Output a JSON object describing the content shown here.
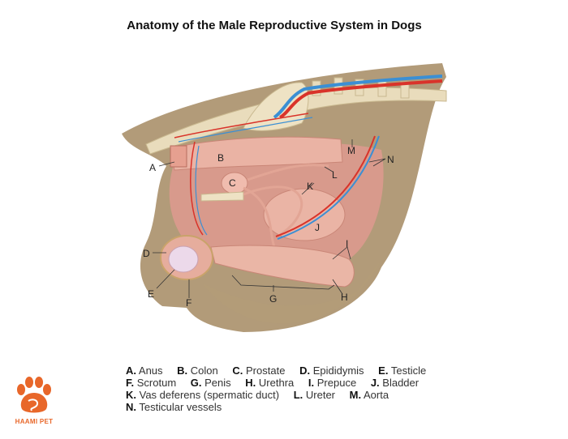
{
  "title": "Anatomy of the Male Reproductive System in Dogs",
  "colors": {
    "fur": "#a58a62",
    "bone": "#e9dcbc",
    "organ": "#e8a99a",
    "artery": "#d9332a",
    "vein": "#3b8fd4",
    "brand": "#e8672a"
  },
  "labels": [
    "A",
    "B",
    "C",
    "D",
    "E",
    "F",
    "G",
    "H",
    "I",
    "J",
    "K",
    "L",
    "M",
    "N"
  ],
  "legend": [
    [
      {
        "key": "A.",
        "name": "Anus"
      },
      {
        "key": "B.",
        "name": "Colon"
      },
      {
        "key": "C.",
        "name": "Prostate"
      },
      {
        "key": "D.",
        "name": "Epididymis"
      },
      {
        "key": "E.",
        "name": "Testicle"
      }
    ],
    [
      {
        "key": "F.",
        "name": "Scrotum"
      },
      {
        "key": "G.",
        "name": "Penis"
      },
      {
        "key": "H.",
        "name": "Urethra"
      },
      {
        "key": "I.",
        "name": "Prepuce"
      },
      {
        "key": "J.",
        "name": "Bladder"
      }
    ],
    [
      {
        "key": "K.",
        "name": "Vas deferens (spermatic duct)"
      },
      {
        "key": "L.",
        "name": "Ureter"
      },
      {
        "key": "M.",
        "name": "Aorta"
      }
    ],
    [
      {
        "key": "N.",
        "name": "Testicular vessels"
      }
    ]
  ],
  "logo": {
    "name": "HAAMI PET"
  }
}
